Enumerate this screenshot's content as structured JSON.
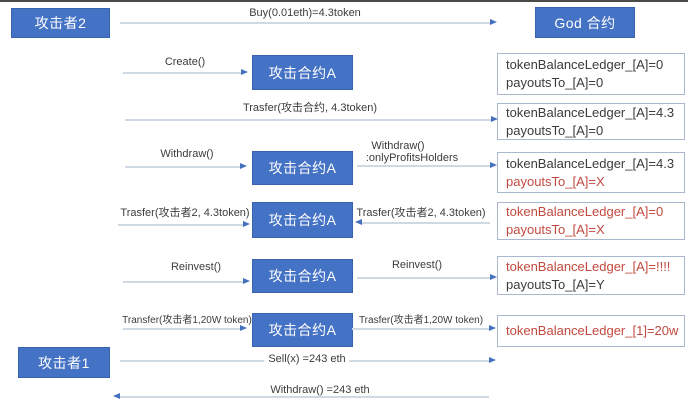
{
  "nodes": {
    "attacker2": "攻击者2",
    "god_contract": "God 合约",
    "attacker1": "攻击者1",
    "attack_contract_a": "攻击合约A"
  },
  "messages": {
    "buy": "Buy(0.01eth)=4.3token",
    "create": "Create()",
    "transfer_to_contract": "Trasfer(攻击合约, 4.3token)",
    "withdraw_left": "Withdraw()",
    "withdraw_right": "Withdraw()",
    "only_profits_holders": ":onlyProfitsHolders",
    "transfer_attacker2_left": "Trasfer(攻击者2, 4.3token)",
    "transfer_attacker2_right": "Trasfer(攻击者2, 4.3token)",
    "reinvest_left": "Reinvest()",
    "reinvest_right": "Reinvest()",
    "transfer_attacker1_left": "Transfer(攻击者1,20W token)",
    "transfer_attacker1_right": "Trasfer(攻击者1,20W token)",
    "sell": "Sell(x) =243 eth",
    "withdraw_final": "Withdraw() =243 eth"
  },
  "ledgers": [
    {
      "line1": "tokenBalanceLedger_[A]=0",
      "line2": "payoutsTo_[A]=0"
    },
    {
      "line1": "tokenBalanceLedger_[A]=4.3",
      "line2": "payoutsTo_[A]=0"
    },
    {
      "line1": "tokenBalanceLedger_[A]=4.3",
      "line2": "payoutsTo_[A]=X"
    },
    {
      "line1": "tokenBalanceLedger_[A]=0",
      "line2": "payoutsTo_[A]=X"
    },
    {
      "line1": "tokenBalanceLedger_[A]=!!!!",
      "line2": "payoutsTo_[A]=Y"
    },
    {
      "line1": "tokenBalanceLedger_[1]=20w"
    }
  ],
  "colors": {
    "node_fill": "#4472C4",
    "node_text": "#FFFFFF",
    "arrow_line": "#D0D8E4",
    "arrow_head": "#4470BD",
    "ledger_border": "#A9B7CF",
    "text_dark": "#3C3C3C",
    "text_red": "#C2493F"
  }
}
